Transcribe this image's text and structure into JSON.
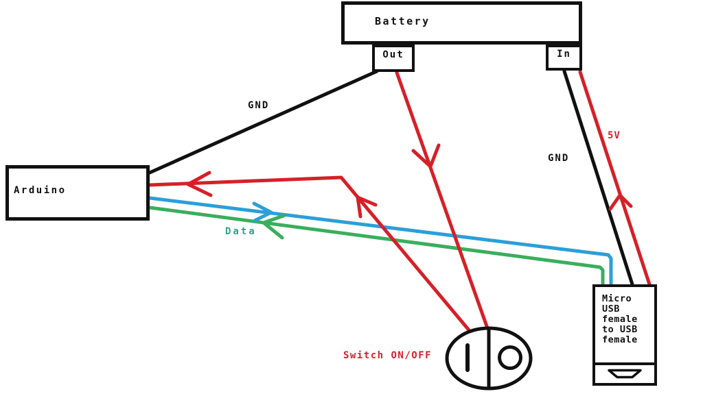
{
  "colors": {
    "background": "#ffffff",
    "wire_black": "#111111",
    "wire_red": "#d62028",
    "wire_blue": "#2b9fd8",
    "wire_green": "#3aae5c",
    "data_label": "#2da38c"
  },
  "battery": {
    "label": "Battery",
    "out_port": "Out",
    "in_port": "In"
  },
  "arduino": {
    "label": "Arduino"
  },
  "micro_usb": {
    "lines": [
      "Micro",
      "USB",
      "female",
      "to USB",
      "female"
    ]
  },
  "switch": {
    "label": "Switch ON/OFF",
    "on_symbol": "I",
    "off_symbol": "O"
  },
  "wire_labels": {
    "gnd_arduino": "GND",
    "gnd_usb": "GND",
    "five_v": "5V",
    "data": "Data"
  }
}
